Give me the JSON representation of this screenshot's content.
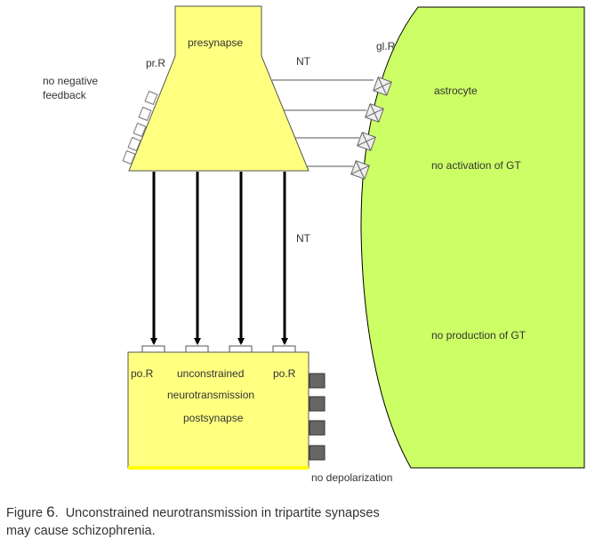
{
  "labels": {
    "presynapse": "presynapse",
    "pr_r": "pr.R",
    "nt_top": "NT",
    "gl_r": "gl.R",
    "no_negative": "no negative",
    "feedback": "feedback",
    "astrocyte": "astrocyte",
    "no_activation": "no activation of GT",
    "nt_mid": "NT",
    "no_production": "no production of GT",
    "po_r_left": "po.R",
    "unconstrained": "unconstrained",
    "po_r_right": "po.R",
    "neurotransmission": "neurotransmission",
    "postsynapse": "postsynapse",
    "no_depolarization": "no depolarization"
  },
  "caption": {
    "prefix": "Figure ",
    "number": "6",
    "line1": ".  Unconstrained neurotransmission in tripartite synapses",
    "line2": "may cause schizophrenia."
  },
  "colors": {
    "neuron": "#ffff80",
    "astrocyte": "#ccff66"
  }
}
